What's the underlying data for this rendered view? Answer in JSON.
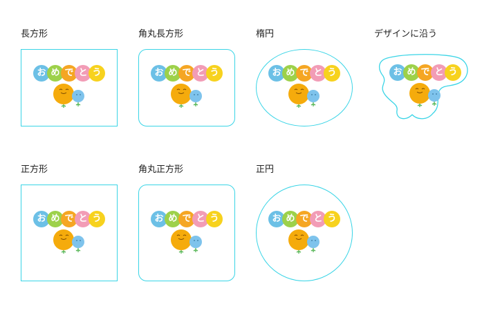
{
  "options": [
    {
      "id": "rect",
      "label": "長方形"
    },
    {
      "id": "rounded-rect",
      "label": "角丸長方形"
    },
    {
      "id": "ellipse",
      "label": "楕円"
    },
    {
      "id": "contour",
      "label": "デザインに沿う"
    },
    {
      "id": "square",
      "label": "正方形"
    },
    {
      "id": "rounded-square",
      "label": "角丸正方形"
    },
    {
      "id": "circle",
      "label": "正円"
    }
  ],
  "sticker": {
    "chars": [
      "お",
      "め",
      "で",
      "と",
      "う"
    ],
    "colors": [
      "#6cc0e6",
      "#9dd14a",
      "#f5a623",
      "#f29cb6",
      "#f7d21e"
    ],
    "character_colors": {
      "orange": "#f5ab0c",
      "blue": "#7ec3ec",
      "stem": "#5bb85a"
    }
  },
  "outline_color": "#38d4e6"
}
